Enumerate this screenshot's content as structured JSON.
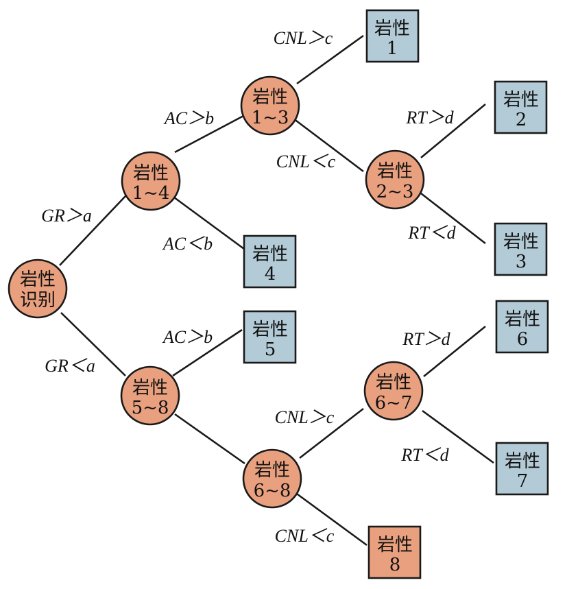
{
  "nodes": {
    "root": {
      "line1": "岩性",
      "line2": "识别"
    },
    "n14": {
      "line1": "岩性",
      "line2": "1~4"
    },
    "n13": {
      "line1": "岩性",
      "line2": "1~3"
    },
    "n23": {
      "line1": "岩性",
      "line2": "2~3"
    },
    "n58": {
      "line1": "岩性",
      "line2": "5~8"
    },
    "n68": {
      "line1": "岩性",
      "line2": "6~8"
    },
    "n67": {
      "line1": "岩性",
      "line2": "6~7"
    },
    "leaf1": {
      "line1": "岩性",
      "line2": "1"
    },
    "leaf2": {
      "line1": "岩性",
      "line2": "2"
    },
    "leaf3": {
      "line1": "岩性",
      "line2": "3"
    },
    "leaf4": {
      "line1": "岩性",
      "line2": "4"
    },
    "leaf5": {
      "line1": "岩性",
      "line2": "5"
    },
    "leaf6": {
      "line1": "岩性",
      "line2": "6"
    },
    "leaf7": {
      "line1": "岩性",
      "line2": "7"
    },
    "leaf8": {
      "line1": "岩性",
      "line2": "8"
    }
  },
  "edges": {
    "gr_gt": "GR＞a",
    "gr_lt": "GR＜a",
    "ac_gt_1": "AC＞b",
    "ac_lt_1": "AC＜b",
    "ac_gt_2": "AC＞b",
    "cnl_gt_1": "CNL＞c",
    "cnl_lt_1": "CNL＜c",
    "cnl_gt_2": "CNL＞c",
    "cnl_lt_2": "CNL＜c",
    "rt_gt_1": "RT＞d",
    "rt_lt_1": "RT＜d",
    "rt_gt_2": "RT＞d",
    "rt_lt_2": "RT＜d"
  },
  "colors": {
    "internal_node": "#e9a07f",
    "leaf_node": "#b3cbd6",
    "leaf8_node": "#e9a07f",
    "line": "#1a1a1a"
  }
}
